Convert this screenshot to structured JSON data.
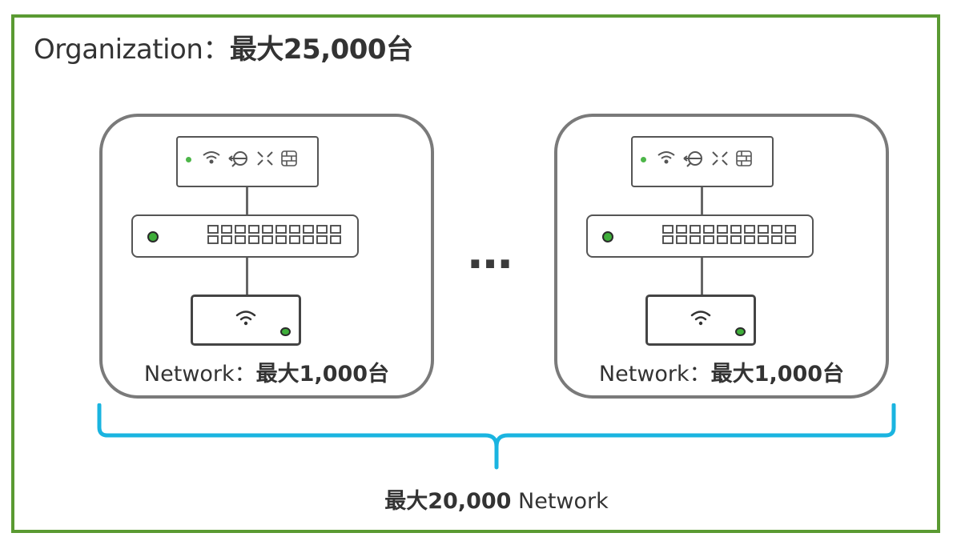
{
  "organization": {
    "label": "Organization",
    "separator": "：",
    "limit": "最大25,000台"
  },
  "networks": [
    {
      "label": "Network",
      "separator": "：",
      "limit": "最大1,000台"
    },
    {
      "label": "Network",
      "separator": "：",
      "limit": "最大1,000台"
    }
  ],
  "ellipsis": "…",
  "network_limit": {
    "limit": "最大20,000",
    "label": " Network"
  },
  "colors": {
    "org_border": "#5a9a32",
    "network_border": "#7a7a7a",
    "brace": "#1ab4e0",
    "led": "#3fae3a"
  },
  "icons": [
    "wifi-icon",
    "vpn-icon",
    "switch-icon",
    "firewall-icon",
    "access-point-icon"
  ]
}
